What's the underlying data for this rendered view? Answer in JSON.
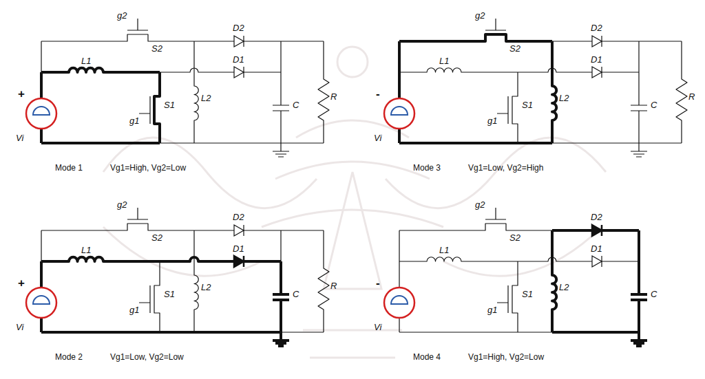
{
  "diagram": {
    "labels": [
      "g2",
      "S2",
      "D2",
      "L1",
      "D1",
      "S1",
      "L2",
      "C",
      "R",
      "+",
      "Vi",
      "g1",
      "Mode 1",
      "Vg1=High, Vg2=Low",
      "g2",
      "S2",
      "D2",
      "L1",
      "D1",
      "S1",
      "L2",
      "C",
      "R",
      "-",
      "Vi",
      "g1",
      "Mode 3",
      "Vg1=Low, Vg2=High",
      "g2",
      "S2",
      "D2",
      "L1",
      "D1",
      "S1",
      "L2",
      "C",
      "R",
      "+",
      "Vi",
      "g1",
      "Mode 2",
      "Vg1=Low, Vg2=Low",
      "g2",
      "S2",
      "D2",
      "L1",
      "D1",
      "S1",
      "L2",
      "C",
      "-",
      "Vi",
      "g1",
      "Mode 4",
      "Vg1=High, Vg2=Low"
    ]
  }
}
